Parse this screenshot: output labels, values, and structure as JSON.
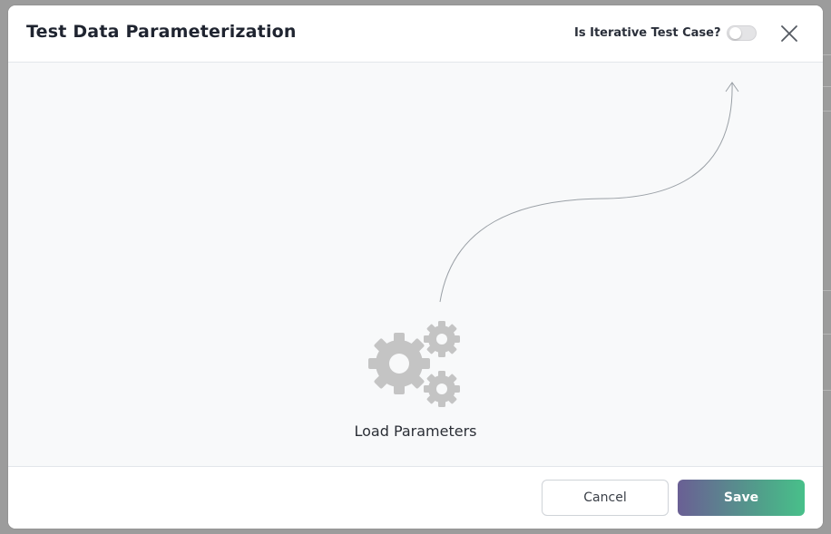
{
  "modal": {
    "title": "Test Data Parameterization",
    "iterative_label": "Is Iterative Test Case?",
    "iterative_enabled": false
  },
  "body": {
    "load_label": "Load Parameters",
    "icon": "gears-icon"
  },
  "footer": {
    "cancel_label": "Cancel",
    "save_label": "Save"
  },
  "colors": {
    "save_gradient_start": "#6a5f94",
    "save_gradient_end": "#48c08a",
    "body_background": "#f8f9fa",
    "toggle_off": "#e4e4e6"
  }
}
